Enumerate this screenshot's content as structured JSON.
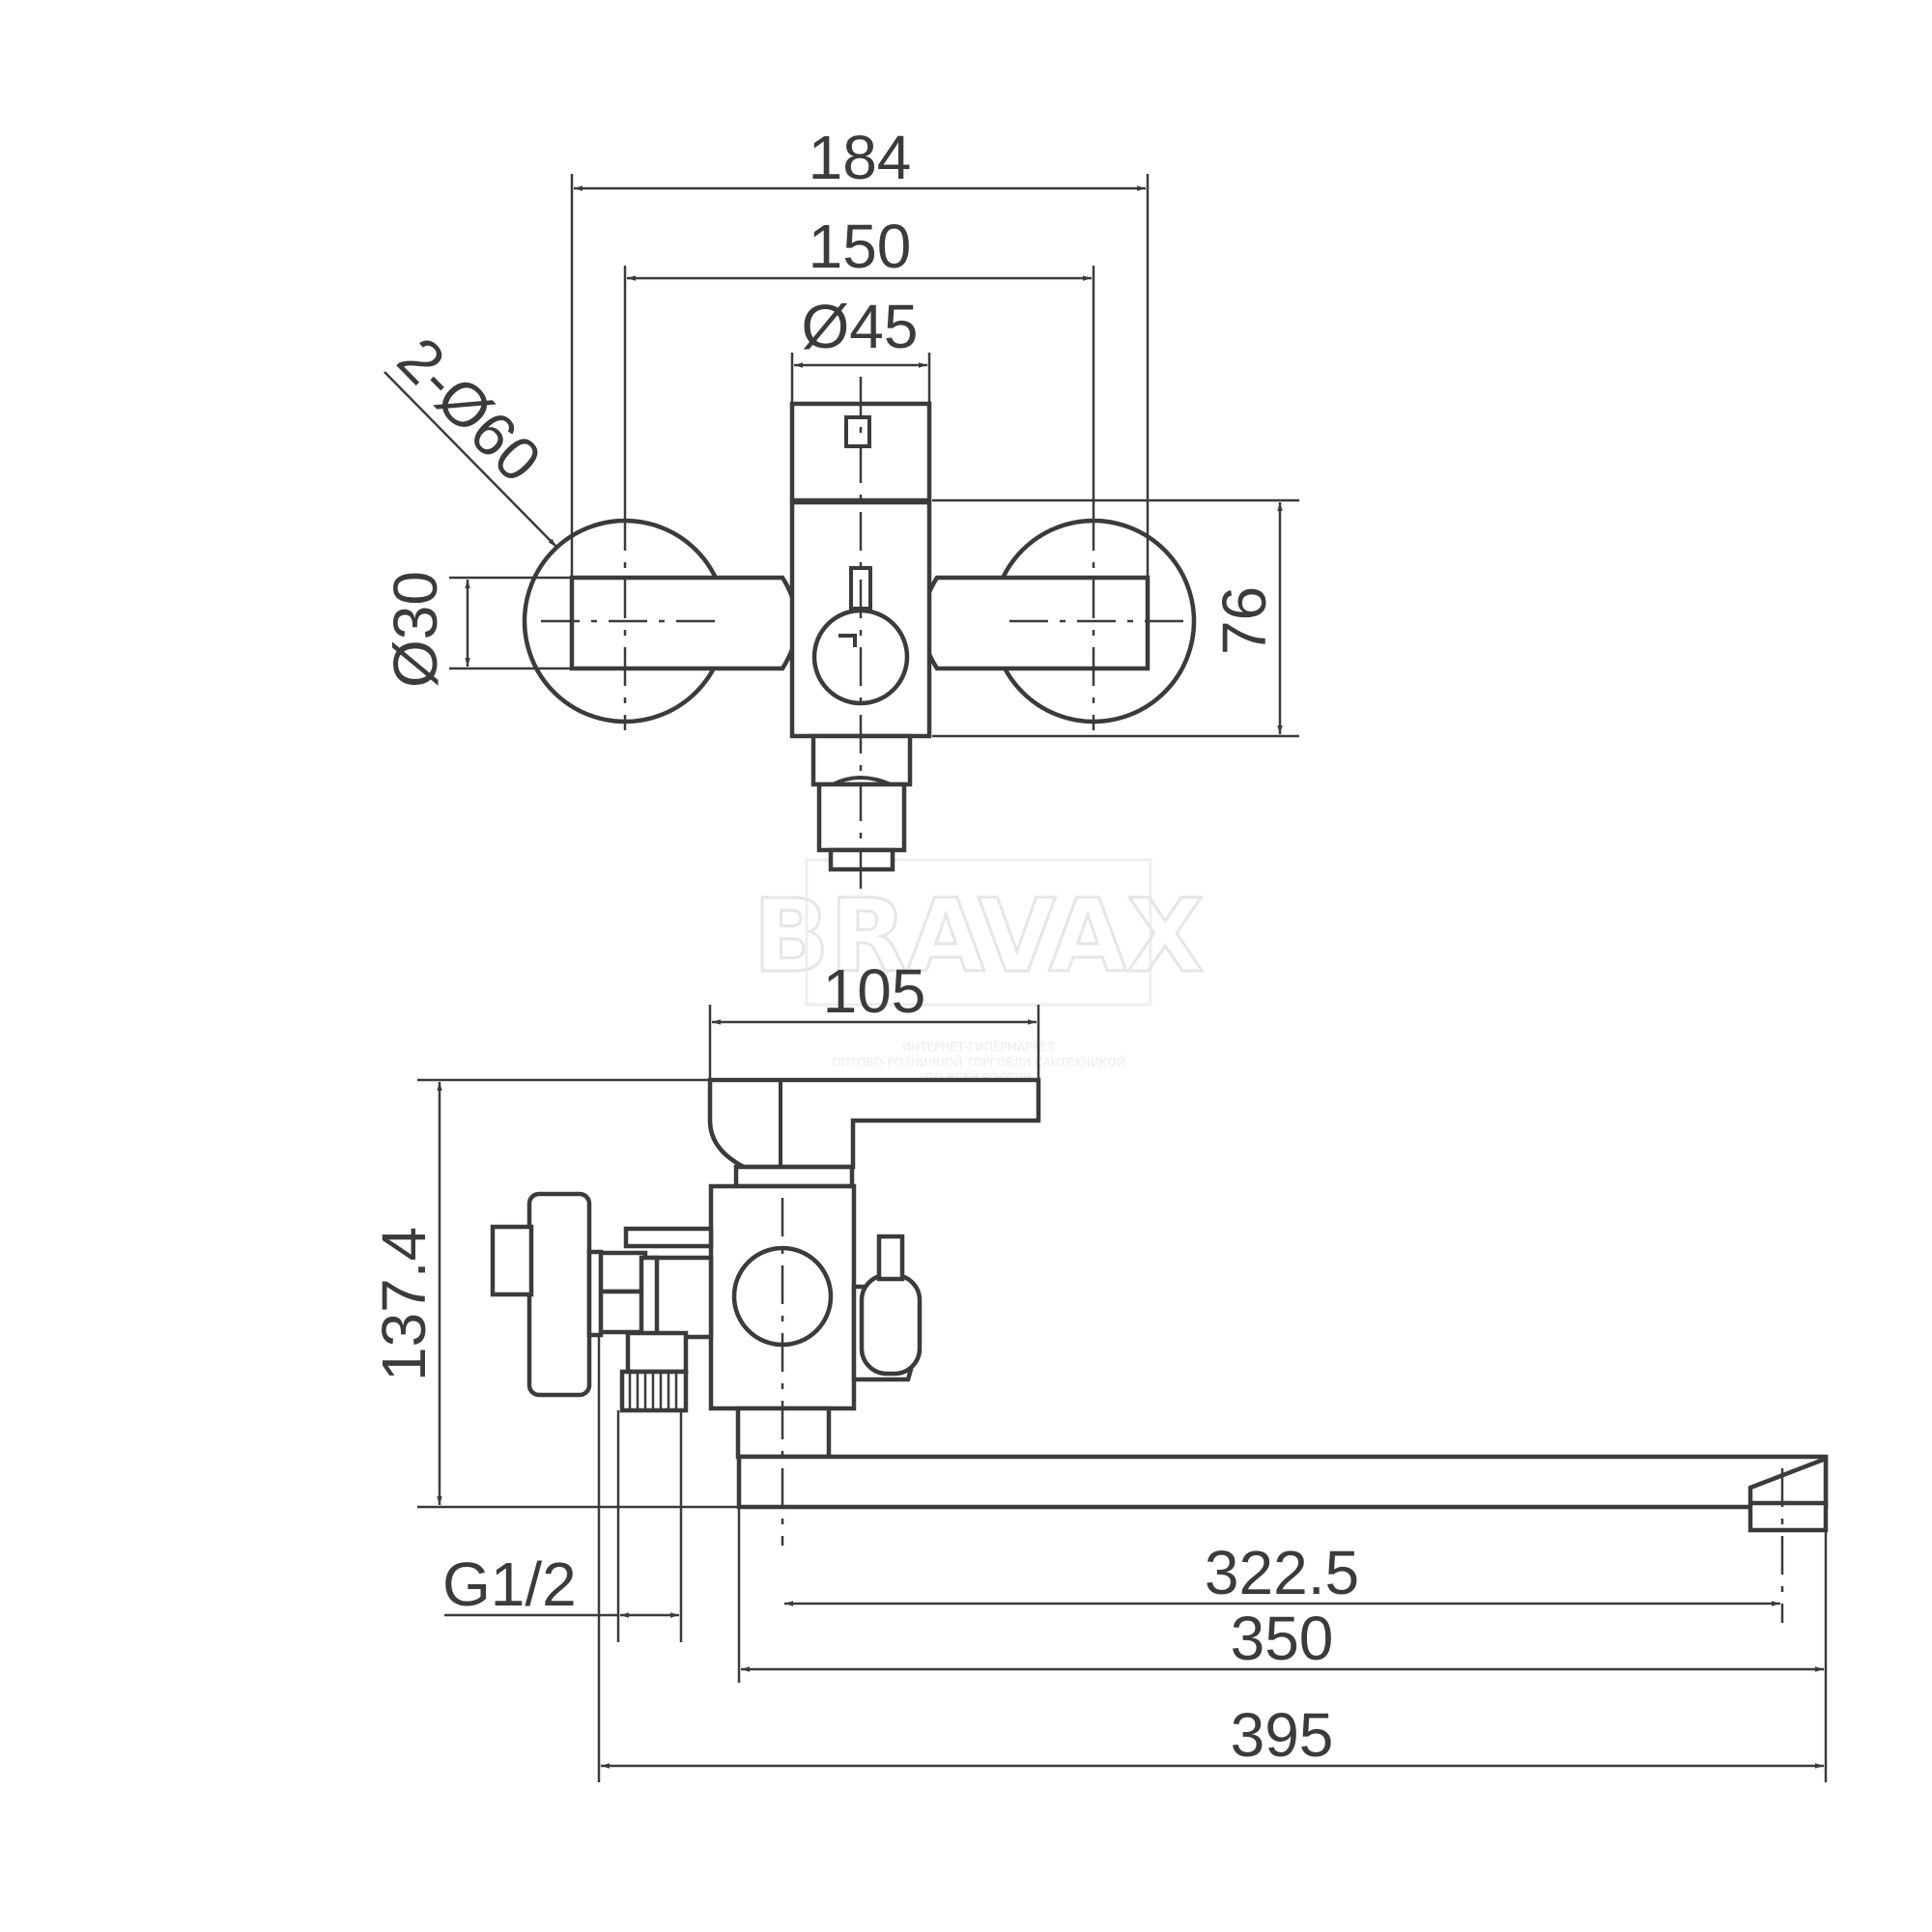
{
  "dimensions": {
    "top_width_overall": "184",
    "top_center_distance": "150",
    "top_cartridge_diameter": "Ø45",
    "top_flange_diameter": "2-Ø60",
    "top_handle_diameter": "Ø30",
    "top_depth": "76",
    "side_width": "105",
    "side_height": "137.4",
    "side_thread": "G1/2",
    "spout_reach_center": "322.5",
    "spout_length": "350",
    "overall_length": "395"
  },
  "watermark": {
    "brand": "BRAVAX",
    "line1": "ИНТЕРНЕТ-ГИПЕРМАРКЕТ",
    "line2": "ОПТОВО-РОЗНИЧНОЙ ТОРГОВЛИ САНТЕХНИКОЙ",
    "line3": "ПО ВСЕЙ РОССИИ"
  }
}
